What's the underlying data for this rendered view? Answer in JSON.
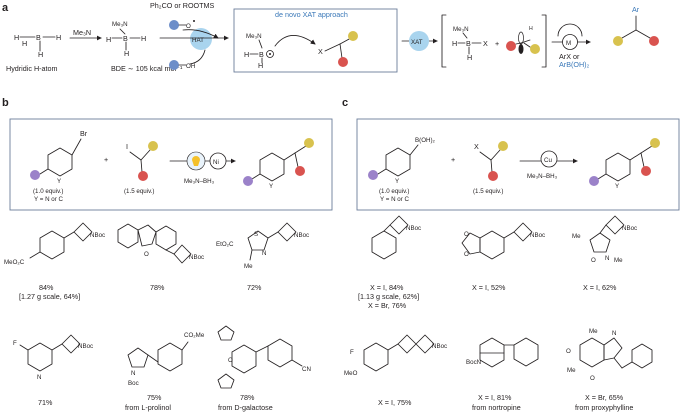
{
  "panel_a": {
    "label": "a",
    "reagents_top": "Ph₂CO or ROOTMS",
    "amine_arrow": "Me₃N",
    "hydridic_label": "Hydridic H-atom",
    "bde_label": "BDE ∼ 105 kcal mol⁻¹",
    "hat_label": "HAT",
    "oh_label": "OH",
    "xat_approach_title": "de novo XAT approach",
    "xat_label": "XAT",
    "metal_label": "M",
    "arx_line1": "ArX or",
    "arx_line2": "ArB(OH)₂",
    "ar_label": "Ar",
    "me3n": "Me₃N",
    "h": "H",
    "b": "B",
    "x": "X",
    "o": "O",
    "plus": "+"
  },
  "panel_b": {
    "label": "b",
    "bromide_equiv": "(1.0 equiv.)",
    "bromide_y": "Y = N or C",
    "iodide_equiv": "(1.5 equiv.)",
    "metal": "Ni",
    "reductant": "Me₃N–BH₃",
    "br": "Br",
    "i": "I",
    "y": "Y",
    "products": [
      {
        "yield": "84%",
        "note": "[1.27 g scale, 64%]",
        "sub": "MeO₂C",
        "nboc": "NBoc"
      },
      {
        "yield": "78%",
        "note": "",
        "sub": "O",
        "nboc": "NBoc"
      },
      {
        "yield": "72%",
        "note": "",
        "sub": "EtO₂C",
        "nboc": "NBoc",
        "extra1": "S",
        "extra2": "N",
        "extra3": "Me"
      },
      {
        "yield": "71%",
        "note": "",
        "sub": "F",
        "nboc": "NBoc",
        "extra1": "N"
      },
      {
        "yield": "75%",
        "note": "from L-prolinol",
        "sub": "CO₂Me",
        "nboc": "Boc",
        "extra1": "N"
      },
      {
        "yield": "78%",
        "note": "from D-galactose",
        "sub": "CN",
        "extra1": "O"
      }
    ]
  },
  "panel_c": {
    "label": "c",
    "boronic": "B(OH)₂",
    "boronic_equiv": "(1.0 equiv.)",
    "boronic_y": "Y = N or C",
    "halide_equiv": "(1.5 equiv.)",
    "metal": "Cu",
    "reductant": "Me₃N–BH₃",
    "x": "X",
    "y": "Y",
    "products": [
      {
        "line1": "X = I, 84%",
        "line2": "[1.13 g scale, 62%]",
        "line3": "X = Br, 76%",
        "nboc": "NBoc"
      },
      {
        "line1": "X = I, 52%",
        "line2": "",
        "line3": "",
        "nboc": "NBoc",
        "extra1": "O"
      },
      {
        "line1": "X = I, 62%",
        "line2": "",
        "line3": "",
        "nboc": "NBoc",
        "extra1": "Me",
        "extra2": "O",
        "extra3": "N"
      },
      {
        "line1": "X = I, 75%",
        "line2": "",
        "line3": "",
        "nboc": "NBoc",
        "sub": "F",
        "sub2": "MeO"
      },
      {
        "line1": "X = I, 81%",
        "line2": "from nortropine",
        "line3": "",
        "nboc": "BocN"
      },
      {
        "line1": "X = Br, 65%",
        "line2": "from proxyphylline",
        "line3": "",
        "extra1": "O",
        "extra2": "N",
        "extra3": "Me"
      }
    ]
  },
  "colors": {
    "yellow": "#d8c24e",
    "red": "#d9534f",
    "purple": "#9b82c9",
    "blue_circle": "#a9d4ee",
    "box_frame": "#6a7d9a",
    "accent_text": "#3a78b8"
  }
}
